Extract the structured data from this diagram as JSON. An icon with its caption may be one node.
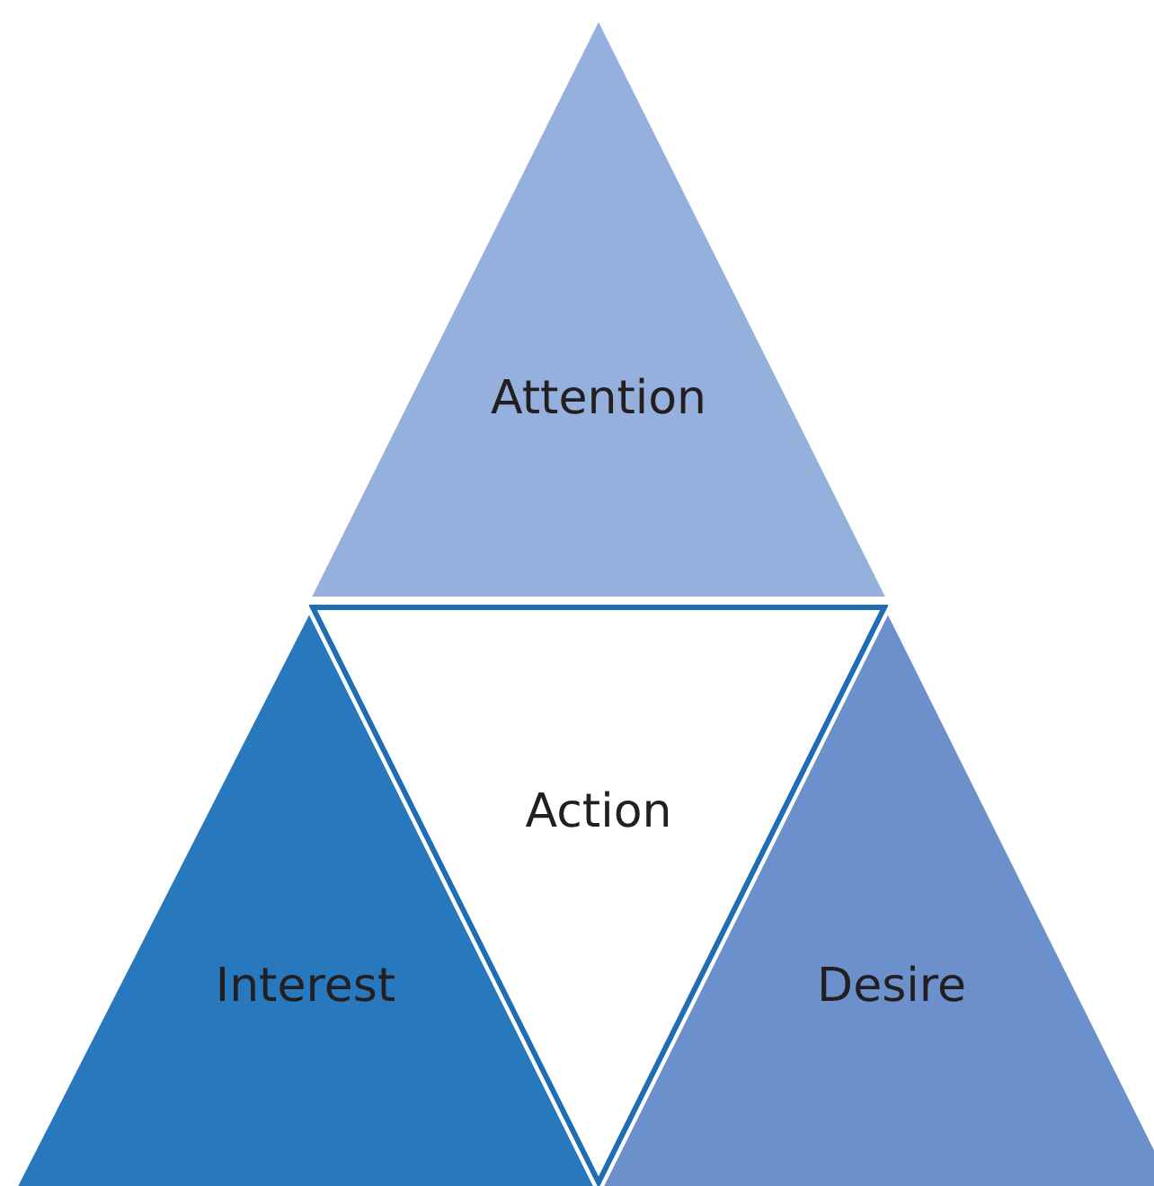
{
  "diagram": {
    "nodes": [
      {
        "text": [
          "Attention"
        ]
      },
      {
        "text": [
          "Action"
        ]
      },
      {
        "text": [
          "Interest"
        ]
      },
      {
        "text": [
          "Desire"
        ]
      }
    ]
  }
}
